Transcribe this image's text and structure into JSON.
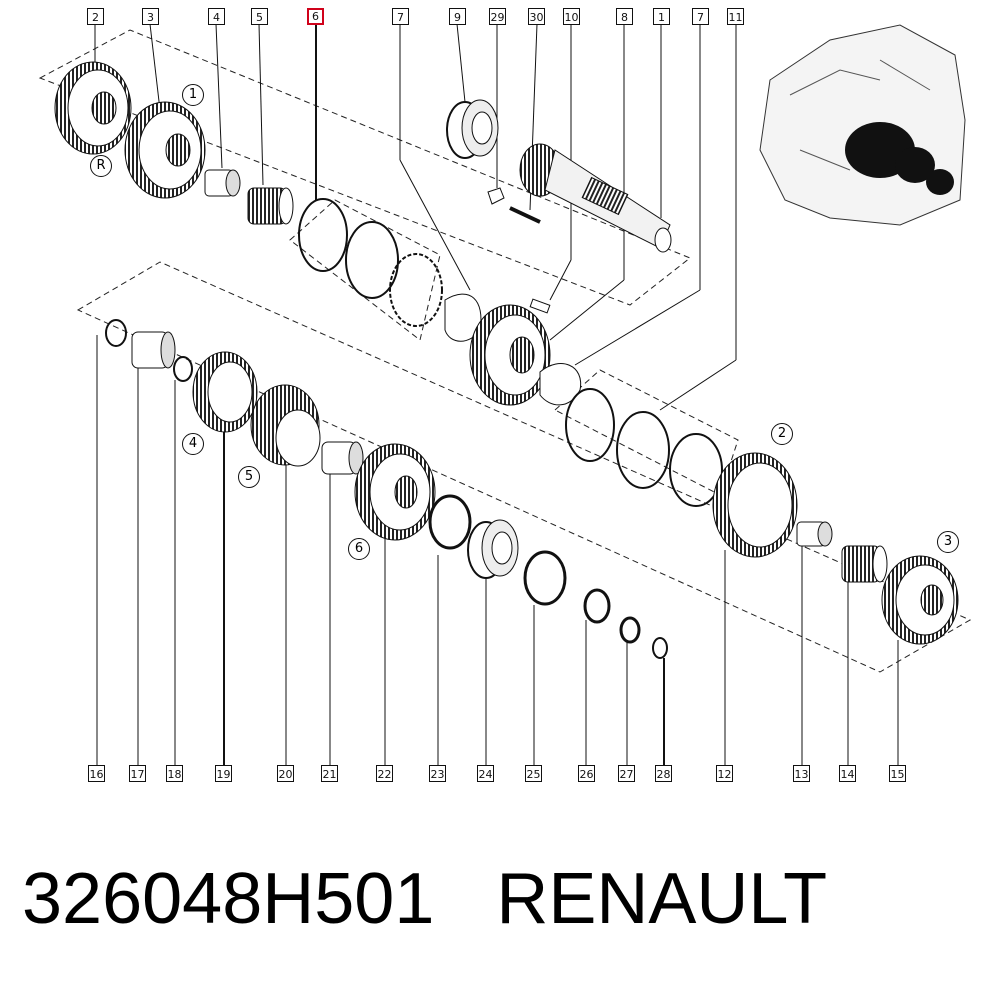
{
  "callouts_top": [
    "2",
    "3",
    "4",
    "5",
    "6",
    "7",
    "9",
    "29",
    "30",
    "10",
    "8",
    "1",
    "7",
    "11"
  ],
  "callouts_bottom": [
    "16",
    "17",
    "18",
    "19",
    "20",
    "21",
    "22",
    "23",
    "24",
    "25",
    "26",
    "27",
    "28",
    "12",
    "13",
    "14",
    "15"
  ],
  "selected_callout": "6",
  "circle_labels": [
    "1",
    "R",
    "4",
    "5",
    "6",
    "2",
    "3"
  ],
  "caption": {
    "part_number": "326048H501",
    "brand": "RENAULT"
  },
  "colors": {
    "selected": "#d0021b",
    "ink": "#111111"
  }
}
